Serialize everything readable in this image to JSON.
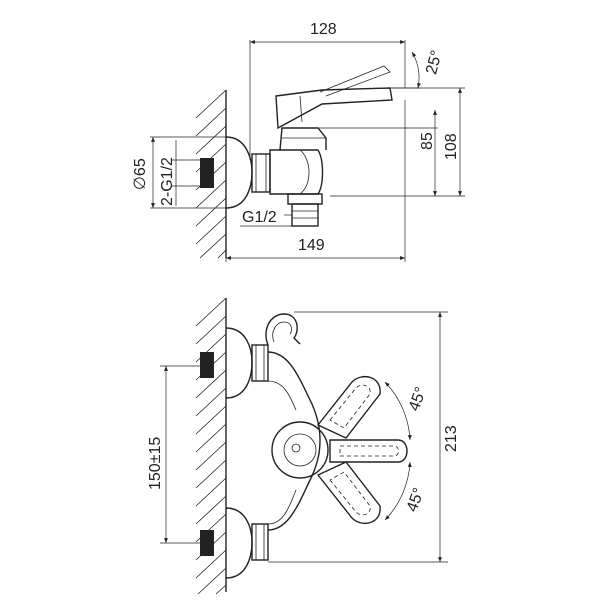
{
  "dimensions": {
    "overall_length": "128",
    "lever_angle": "25°",
    "spout_height": "85",
    "total_height": "108",
    "flange_diameter": "∅65",
    "wall_thread": "2-G1/2",
    "outlet_thread": "G1/2",
    "depth": "149",
    "center_distance": "150±15",
    "width": "213",
    "angle_upper": "45°",
    "angle_lower": "45°"
  }
}
